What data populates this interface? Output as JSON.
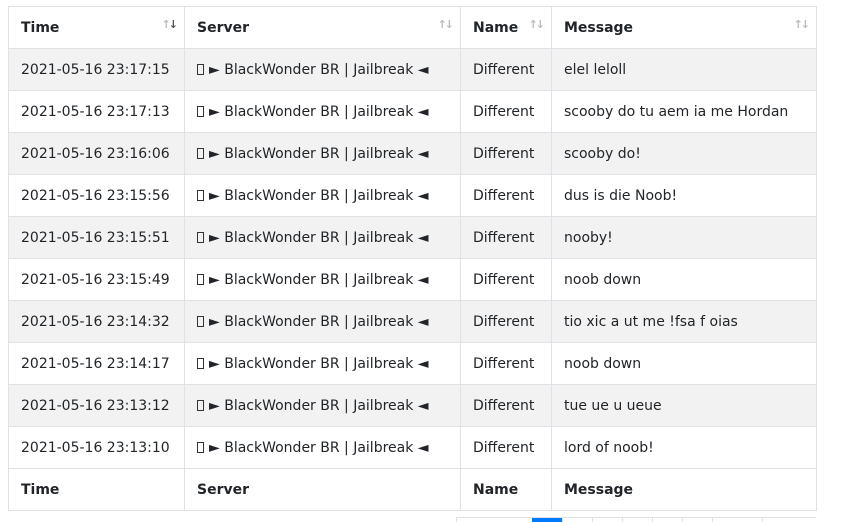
{
  "table": {
    "headers": [
      {
        "label": "Time",
        "name": "time"
      },
      {
        "label": "Server",
        "name": "server"
      },
      {
        "label": "Name",
        "name": "name"
      },
      {
        "label": "Message",
        "name": "message"
      }
    ],
    "sort": {
      "column": "Time",
      "direction": "descending"
    },
    "rows": [
      {
        "time": "2021-05-16 23:17:15",
        "server": "► BlackWonder BR | Jailbreak ◄",
        "name": "Different",
        "message": "elel leloll"
      },
      {
        "time": "2021-05-16 23:17:13",
        "server": "► BlackWonder BR | Jailbreak ◄",
        "name": "Different",
        "message": "scooby do tu aem ia me Hordan"
      },
      {
        "time": "2021-05-16 23:16:06",
        "server": "► BlackWonder BR | Jailbreak ◄",
        "name": "Different",
        "message": "scooby do!"
      },
      {
        "time": "2021-05-16 23:15:56",
        "server": "► BlackWonder BR | Jailbreak ◄",
        "name": "Different",
        "message": "dus is die Noob!"
      },
      {
        "time": "2021-05-16 23:15:51",
        "server": "► BlackWonder BR | Jailbreak ◄",
        "name": "Different",
        "message": "nooby!"
      },
      {
        "time": "2021-05-16 23:15:49",
        "server": "► BlackWonder BR | Jailbreak ◄",
        "name": "Different",
        "message": "noob down"
      },
      {
        "time": "2021-05-16 23:14:32",
        "server": "► BlackWonder BR | Jailbreak ◄",
        "name": "Different",
        "message": "tio xic a ut me !fsa f oias"
      },
      {
        "time": "2021-05-16 23:14:17",
        "server": "► BlackWonder BR | Jailbreak ◄",
        "name": "Different",
        "message": "noob down"
      },
      {
        "time": "2021-05-16 23:13:12",
        "server": "► BlackWonder BR | Jailbreak ◄",
        "name": "Different",
        "message": "tue ue u ueue"
      },
      {
        "time": "2021-05-16 23:13:10",
        "server": "► BlackWonder BR | Jailbreak ◄",
        "name": "Different",
        "message": "lord of noob!"
      }
    ],
    "footers": [
      {
        "label": "Time"
      },
      {
        "label": "Server"
      },
      {
        "label": "Name"
      },
      {
        "label": "Message"
      }
    ]
  },
  "icons": {
    "sort": "sort-arrows-icon",
    "server_prefix": "unknown-glyph-box-icon"
  },
  "colors": {
    "stripe": "#f2f2f2",
    "border": "#dee2e6",
    "pagination_active": "#007bff"
  }
}
